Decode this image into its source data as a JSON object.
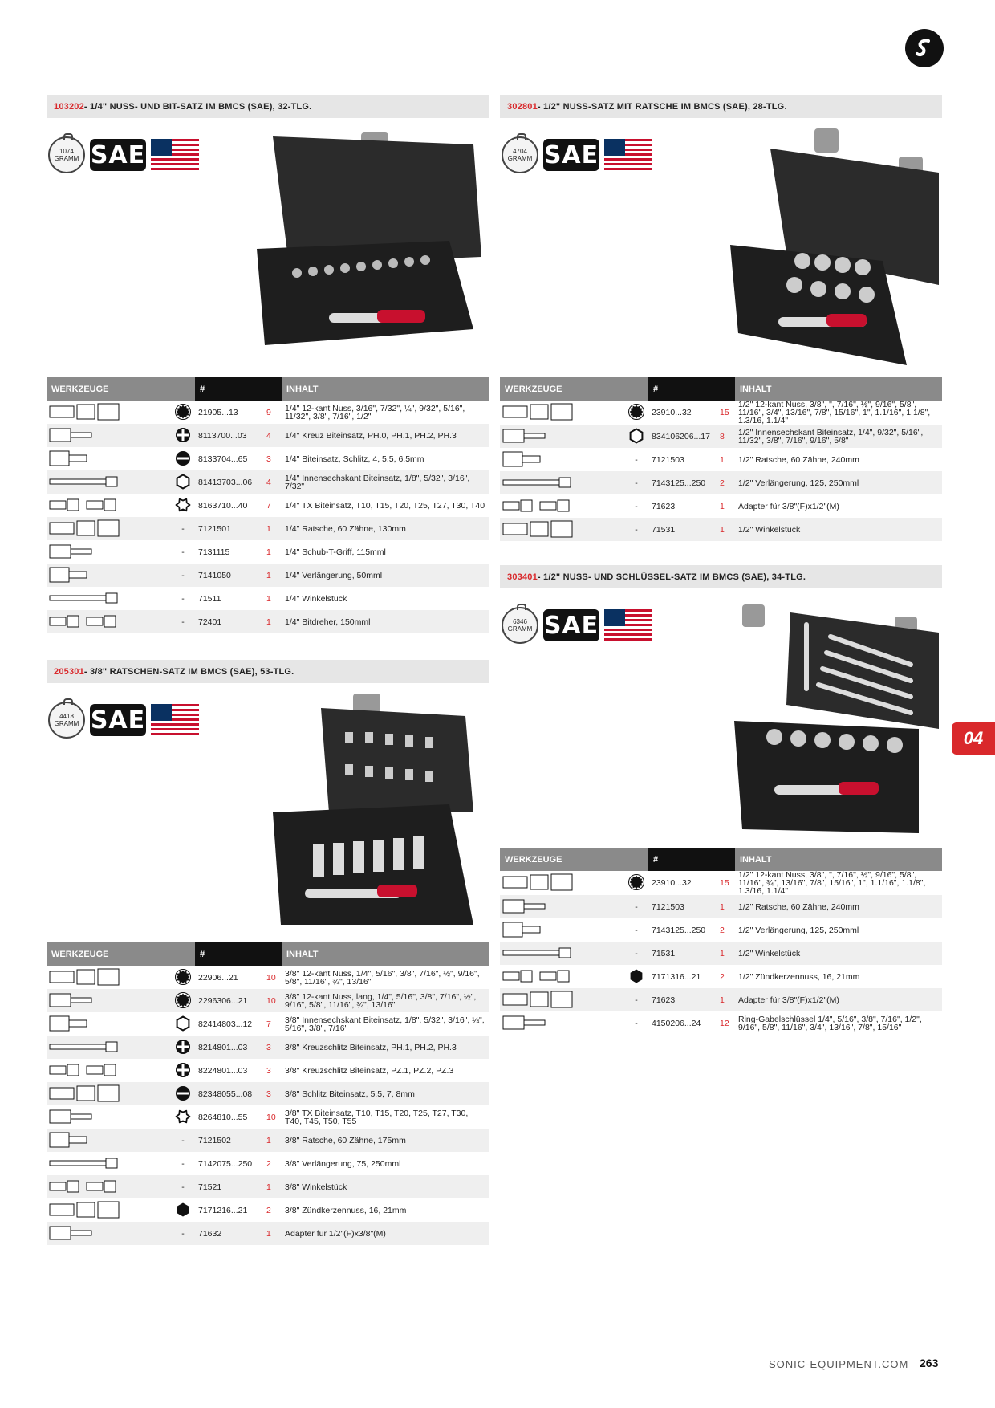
{
  "brand": {
    "url": "SONIC-EQUIPMENT.COM",
    "page": "263",
    "chapter": "04",
    "logo_icon": "sonic-s-logo-icon"
  },
  "colors": {
    "accent": "#d9282b",
    "header_grey": "#8a8a8a",
    "band": "#e6e6e6"
  },
  "columns": {
    "tools": "WERKZEUGE",
    "number": "#",
    "content": "INHALT"
  },
  "unit": "GRAMM",
  "sae": "SAE",
  "sets": {
    "s103202": {
      "num": "103202",
      "title": " - 1/4\" NUSS- UND BIT-SATZ IM BMCS (SAE), 32-TLG.",
      "weight": "1074",
      "rows": [
        {
          "symbol": "12-point-icon",
          "sym_text": "",
          "art": "21905...13",
          "qty": "9",
          "text": "1/4\" 12-kant Nuss, 3/16\", 7/32\", ¼\", 9/32\", 5/16\", 11/32\", 3/8\", 7/16\", 1/2\""
        },
        {
          "symbol": "phillips-icon",
          "sym_text": "",
          "art": "8113700...03",
          "qty": "4",
          "text": "1/4\" Kreuz Biteinsatz, PH.0, PH.1, PH.2, PH.3"
        },
        {
          "symbol": "slot-icon",
          "sym_text": "",
          "art": "8133704...65",
          "qty": "3",
          "text": "1/4\" Biteinsatz, Schlitz, 4, 5.5, 6.5mm"
        },
        {
          "symbol": "hex-icon",
          "sym_text": "",
          "art": "81413703...06",
          "qty": "4",
          "text": "1/4\" Innensechskant Biteinsatz, 1/8\", 5/32\", 3/16\", 7/32\""
        },
        {
          "symbol": "torx-icon",
          "sym_text": "",
          "art": "8163710...40",
          "qty": "7",
          "text": "1/4\" TX Biteinsatz, T10, T15, T20, T25, T27, T30, T40"
        },
        {
          "symbol": "none",
          "sym_text": "-",
          "art": "7121501",
          "qty": "1",
          "text": "1/4\" Ratsche, 60 Zähne, 130mm"
        },
        {
          "symbol": "none",
          "sym_text": "-",
          "art": "7131115",
          "qty": "1",
          "text": "1/4\" Schub-T-Griff, 115mml"
        },
        {
          "symbol": "none",
          "sym_text": "-",
          "art": "7141050",
          "qty": "1",
          "text": "1/4\" Verlängerung, 50mml"
        },
        {
          "symbol": "none",
          "sym_text": "-",
          "art": "71511",
          "qty": "1",
          "text": "1/4\" Winkelstück"
        },
        {
          "symbol": "none",
          "sym_text": "-",
          "art": "72401",
          "qty": "1",
          "text": "1/4\" Bitdreher, 150mml"
        }
      ]
    },
    "s205301": {
      "num": "205301",
      "title": " - 3/8\" RATSCHEN-SATZ IM BMCS (SAE), 53-TLG.",
      "weight": "4418",
      "rows": [
        {
          "symbol": "12-point-icon",
          "sym_text": "",
          "art": "22906...21",
          "qty": "10",
          "text": "3/8\" 12-kant Nuss, 1/4\", 5/16\", 3/8\", 7/16\", ½\", 9/16\", 5/8\", 11/16\", ¾\", 13/16\""
        },
        {
          "symbol": "12-point-icon",
          "sym_text": "",
          "art": "2296306...21",
          "qty": "10",
          "text": "3/8\" 12-kant Nuss, lang, 1/4\", 5/16\", 3/8\", 7/16\", ½\", 9/16\", 5/8\", 11/16\", ¾\", 13/16\""
        },
        {
          "symbol": "hex-icon",
          "sym_text": "",
          "art": "82414803...12",
          "qty": "7",
          "text": "3/8\" Innensechskant Biteinsatz, 1/8\", 5/32\", 3/16\", ¼\", 5/16\", 3/8\", 7/16\""
        },
        {
          "symbol": "phillips-icon",
          "sym_text": "",
          "art": "8214801...03",
          "qty": "3",
          "text": "3/8\" Kreuzschlitz Biteinsatz, PH.1, PH.2, PH.3"
        },
        {
          "symbol": "phillips-icon",
          "sym_text": "",
          "art": "8224801...03",
          "qty": "3",
          "text": "3/8\" Kreuzschlitz Biteinsatz, PZ.1, PZ.2, PZ.3"
        },
        {
          "symbol": "slot-icon",
          "sym_text": "",
          "art": "82348055...08",
          "qty": "3",
          "text": "3/8\" Schlitz Biteinsatz, 5.5, 7, 8mm"
        },
        {
          "symbol": "torx-icon",
          "sym_text": "",
          "art": "8264810...55",
          "qty": "10",
          "text": "3/8\" TX Biteinsatz, T10, T15, T20, T25, T27, T30, T40, T45, T50, T55"
        },
        {
          "symbol": "none",
          "sym_text": "-",
          "art": "7121502",
          "qty": "1",
          "text": "3/8\" Ratsche, 60 Zähne, 175mm"
        },
        {
          "symbol": "none",
          "sym_text": "-",
          "art": "7142075...250",
          "qty": "2",
          "text": "3/8\" Verlängerung, 75, 250mml"
        },
        {
          "symbol": "none",
          "sym_text": "-",
          "art": "71521",
          "qty": "1",
          "text": "3/8\" Winkelstück"
        },
        {
          "symbol": "hex-solid-icon",
          "sym_text": "",
          "art": "7171216...21",
          "qty": "2",
          "text": "3/8\" Zündkerzennuss, 16, 21mm"
        },
        {
          "symbol": "none",
          "sym_text": "-",
          "art": "71632",
          "qty": "1",
          "text": "Adapter für 1/2\"(F)x3/8\"(M)"
        }
      ]
    },
    "s302801": {
      "num": "302801",
      "title": " - 1/2\" NUSS-SATZ MIT RATSCHE IM BMCS (SAE), 28-TLG.",
      "weight": "4704",
      "rows": [
        {
          "symbol": "12-point-icon",
          "sym_text": "",
          "art": "23910...32",
          "qty": "15",
          "text": "1/2\" 12-kant Nuss, 3/8\", \", 7/16\", ½\", 9/16\", 5/8\", 11/16\", 3/4\", 13/16\", 7/8\", 15/16\", 1\", 1.1/16\", 1.1/8\", 1.3/16, 1.1/4\""
        },
        {
          "symbol": "hex-icon",
          "sym_text": "",
          "art": "834106206...17",
          "qty": "8",
          "text": "1/2\" Innensechskant Biteinsatz, 1/4\", 9/32\", 5/16\", 11/32\", 3/8\", 7/16\", 9/16\", 5/8\""
        },
        {
          "symbol": "none",
          "sym_text": "-",
          "art": "7121503",
          "qty": "1",
          "text": "1/2\" Ratsche, 60 Zähne, 240mm"
        },
        {
          "symbol": "none",
          "sym_text": "-",
          "art": "7143125...250",
          "qty": "2",
          "text": "1/2\" Verlängerung, 125, 250mml"
        },
        {
          "symbol": "none",
          "sym_text": "-",
          "art": "71623",
          "qty": "1",
          "text": "Adapter für 3/8\"(F)x1/2\"(M)"
        },
        {
          "symbol": "none",
          "sym_text": "-",
          "art": "71531",
          "qty": "1",
          "text": "1/2\" Winkelstück"
        }
      ]
    },
    "s303401": {
      "num": "303401",
      "title": " - 1/2\" NUSS- UND SCHLÜSSEL-SATZ IM BMCS (SAE), 34-TLG.",
      "weight": "6346",
      "rows": [
        {
          "symbol": "12-point-icon",
          "sym_text": "",
          "art": "23910...32",
          "qty": "15",
          "text": "1/2\" 12-kant Nuss, 3/8\", \", 7/16\", ½\", 9/16\", 5/8\", 11/16\", ¾\", 13/16\", 7/8\", 15/16\", 1\", 1.1/16\", 1.1/8\", 1.3/16, 1.1/4\""
        },
        {
          "symbol": "none",
          "sym_text": "-",
          "art": "7121503",
          "qty": "1",
          "text": "1/2\" Ratsche, 60 Zähne, 240mm"
        },
        {
          "symbol": "none",
          "sym_text": "-",
          "art": "7143125...250",
          "qty": "2",
          "text": "1/2\" Verlängerung, 125, 250mml"
        },
        {
          "symbol": "none",
          "sym_text": "-",
          "art": "71531",
          "qty": "1",
          "text": "1/2\" Winkelstück"
        },
        {
          "symbol": "hex-solid-icon",
          "sym_text": "",
          "art": "7171316...21",
          "qty": "2",
          "text": "1/2\" Zündkerzennuss, 16, 21mm"
        },
        {
          "symbol": "none",
          "sym_text": "-",
          "art": "71623",
          "qty": "1",
          "text": "Adapter für 3/8\"(F)x1/2\"(M)"
        },
        {
          "symbol": "none",
          "sym_text": "-",
          "art": "4150206...24",
          "qty": "12",
          "text": "Ring-Gabelschlüssel 1/4\", 5/16\", 3/8\", 7/16\", 1/2\", 9/16\", 5/8\", 11/16\", 3/4\", 13/16\", 7/8\", 15/16\""
        }
      ]
    }
  }
}
